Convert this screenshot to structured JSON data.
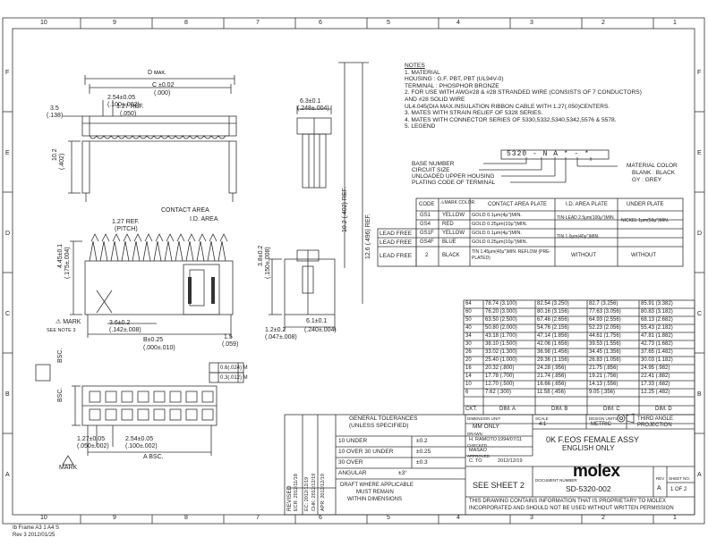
{
  "border": {
    "top_numbers": [
      "10",
      "9",
      "8",
      "7",
      "6",
      "5",
      "4",
      "3",
      "2",
      "1"
    ],
    "bottom_numbers": [
      "10",
      "9",
      "8",
      "7",
      "6",
      "5",
      "4",
      "3",
      "2",
      "1"
    ],
    "left_letters": [
      "F",
      "E",
      "D",
      "C",
      "B",
      "A"
    ],
    "right_letters": [
      "F",
      "E",
      "D",
      "C",
      "B",
      "A"
    ]
  },
  "dims": {
    "d_max": "D ᴍᴀx.",
    "c_002": "C ±0.02",
    "c_sub": "(.000)",
    "d254": "2.54±0.05",
    "d254_sub": "(.100±.002)",
    "d127a": "1.27 REF.",
    "d127a_sub": "(.050)",
    "d63": "6.3±0.1",
    "d63_sub": "(.248±.004)",
    "d35_top": "3.5",
    "d35_top_sub": "(.138)",
    "d102": "10.2",
    "d102_sub": "(.402)",
    "d102_tall": "10.2 (.402) REF.",
    "d126": "12.6 (.496) REF.",
    "pitch_ref": "1.27 REF.",
    "pitch_sub": "(PITCH)",
    "contact_area": "CONTACT AREA",
    "id_area": "I.D. AREA",
    "d445": "4.45±0.1",
    "d445_sub": "(.175±.004)",
    "d38": "3.8±0.2",
    "d38_sub": "(.150±.008)",
    "d36": "3.6±0.2",
    "d36_sub": "(.142±.008)",
    "b_dim": "B±0.25",
    "b_sub": "(.000±.010)",
    "mark": "⚠ MARK",
    "see_note": "SEE NOTE 3",
    "d12": "1.2±0.2",
    "d12_sub": "(.047±.008)",
    "d6": "6.1±0.1",
    "d6_sub": "(.240±.004)",
    "d15": "1.5",
    "d15_sub": "(.059)",
    "d254b": "2.54±0.05",
    "d254b_sub": "(.100±.002)",
    "d127b": "1.27±0.05",
    "d127b_sub": "(.050±.002)",
    "a_bsc": "A BSC.",
    "bsc1": "BSC.",
    "bsc2": "BSC.",
    "mark2": "MARK",
    "fcf1": "0.6(.024) M",
    "fcf2": "0.3(.012) M"
  },
  "notes": [
    "NOTES",
    "1. MATERIAL",
    "    HOUSING : G.F. PBT, PBT (UL94V-0)",
    "    TERMINAL : PHOSPHOR BRONZE",
    "2. FOR USE WITH AWG#28 & #28 STRANDED WIRE (CONSISTS OF 7 CONDUCTORS)",
    "    AND #28 SOLID WIRE",
    "    UL4.045(DIA MAX.INSULATION RIBBON CABLE WITH 1.27(.050)CENTERS.",
    "3. MATES WITH STRAIN RELIEF OF 5328 SERIES.",
    "4. MATES WITH CONNECTOR SERIES OF 5330,5332,5340,5342,5576 & 5578.",
    "5. LEGEND"
  ],
  "legend": {
    "code": "5320 - N A * - *",
    "base": "BASE NUMBER",
    "circuit": "CIRCUIT SIZE",
    "unloaded": "UNLOADED UPPER HOUSING",
    "plating": "PLATING CODE OF TERMINAL",
    "material_color": "MATERIAL COLOR",
    "black": "BLANK : BLACK",
    "grey": "GY  : GREY"
  },
  "plating_table": {
    "headers": [
      "CODE",
      "⚠MARK COLOR",
      "CONTACT AREA PLATE",
      "I.D. AREA PLATE",
      "UNDER PLATE"
    ],
    "rows": [
      {
        "lead": "",
        "code": "GS1",
        "color": "YELLOW",
        "contact": "GOLD 0.1μm(4μ\")MIN.",
        "id": "TIN-LEAD 2.5μm(100μ\")MIN.",
        "under": "NICKEL 1μm(50μ\")MIN."
      },
      {
        "lead": "",
        "code": "GS4",
        "color": "RED",
        "contact": "GOLD 0.25μm(10μ\")MIN.",
        "id": "",
        "under": ""
      },
      {
        "lead": "LEAD FREE",
        "code": "GS1F",
        "color": "YELLOW",
        "contact": "GOLD 0.1μm(4μ\")MIN.",
        "id": "TIN 1.0μm(40μ\")MIN.",
        "under": ""
      },
      {
        "lead": "LEAD FREE",
        "code": "GS4F",
        "color": "BLUE",
        "contact": "GOLD 0.25μm(10μ\")MIN.",
        "id": "",
        "under": ""
      },
      {
        "lead": "LEAD FREE",
        "code": "2",
        "color": "BLACK",
        "contact": "TIN 1.45μm(40μ\")MIN. REFLOW (PRE-PLATED)",
        "id": "WITHOUT",
        "under": "WITHOUT"
      }
    ]
  },
  "dim_table": {
    "headers": [
      "CKT.",
      "DIM. A",
      "DIM. B",
      "DIM. C",
      "DIM. D"
    ],
    "rows": [
      [
        "64",
        "78.74 (3.100)",
        "82.54 (3.250)",
        "82.7 (3.256)",
        "85.91 (3.382)"
      ],
      [
        "60",
        "76.20 (3.000)",
        "80.16 (3.156)",
        "77.63 (3.056)",
        "80.83 (3.182)"
      ],
      [
        "50",
        "63.50 (2.500)",
        "67.46 (2.656)",
        "64.93 (2.556)",
        "68.13 (2.682)"
      ],
      [
        "40",
        "50.80 (2.000)",
        "54.76 (2.156)",
        "52.23 (2.056)",
        "55.43 (2.182)"
      ],
      [
        "34",
        "43.18 (1.700)",
        "47.14 (1.856)",
        "44.61 (1.756)",
        "47.81 (1.882)"
      ],
      [
        "30",
        "38.10 (1.500)",
        "42.06 (1.656)",
        "39.53 (1.556)",
        "42.73 (1.682)"
      ],
      [
        "26",
        "33.02 (1.300)",
        "36.98 (1.456)",
        "34.45 (1.356)",
        "37.65 (1.482)"
      ],
      [
        "20",
        "25.40 (1.000)",
        "29.36 (1.156)",
        "26.83 (1.056)",
        "30.03 (1.182)"
      ],
      [
        "16",
        "20.32 (.800)",
        "24.28 (.956)",
        "21.75 (.856)",
        "24.95 (.982)"
      ],
      [
        "14",
        "17.78 (.700)",
        "21.74 (.856)",
        "19.21 (.756)",
        "22.41 (.882)"
      ],
      [
        "10",
        "12.70 (.500)",
        "16.66 (.656)",
        "14.13 (.556)",
        "17.33 (.682)"
      ],
      [
        "6",
        "7.62 (.300)",
        "11.58 (.456)",
        "9.05 (.356)",
        "12.25 (.482)"
      ]
    ]
  },
  "title_block": {
    "gen_tol": "GENERAL TOLERANCES",
    "unless": "(UNLESS SPECIFIED)",
    "dim_unit_label": "DIMENSION UNIT",
    "dim_unit": "MM ONLY",
    "scale_label": "SCALE",
    "scale": "4:1",
    "design_units_label": "DESIGN UNITS",
    "design_units": "METRIC",
    "third_angle": "THIRD ANGLE PROJECTION",
    "tol1_range": "10 UNDER",
    "tol1": "±0.2",
    "tol2_range": "10 OVER 30 UNDER",
    "tol2": "±0.25",
    "tol3_range": "30 OVER",
    "tol3": "±0.3",
    "angular": "ANGULAR",
    "angular_tol": "±3°",
    "draft": "DRAFT WHERE APPLICABLE",
    "must": "MUST REMAIN",
    "within": "WITHIN DIMENSIONS",
    "drawn_label": "DRAWN",
    "drawn_by": "H. RAMOTO",
    "drawn_date": "1994/07/11",
    "checked_label": "CHECKED",
    "checked_by": "MASAO",
    "approved_label": "APPROVED",
    "approved_by": "C. TO",
    "approved_date": "2012/12/19",
    "title1": "0K F.EOS FEMALE ASSY",
    "title2": "ENGLISH ONLY",
    "see_sheet": "SEE SHEET 2",
    "doc_label": "DOCUMENT NUMBER",
    "doc_no": "SD-5320-002",
    "sheet_label": "SHEET NO.",
    "sheet": "1 OF 2",
    "rev_label": "REV",
    "rev": "A",
    "footer1": "THIS DRAWING CONTAINS INFORMATION THAT IS PROPRIETARY TO MOLEX",
    "footer2": "INCORPORATED AND SHOULD NOT BE USED WITHOUT WRITTEN PERMISSION",
    "logo": "molex"
  },
  "revision": {
    "label": "REVISED",
    "r1": "ECR: 2012/11/18",
    "r2": "EC: 2012/12/19",
    "r3": "CHK: 2012/12/19",
    "r4": "APR: 2012/12/19"
  },
  "corner": {
    "line1": "Ib Frame A3 1 A4 S",
    "line2": "Rev 3 2012/01/25"
  }
}
